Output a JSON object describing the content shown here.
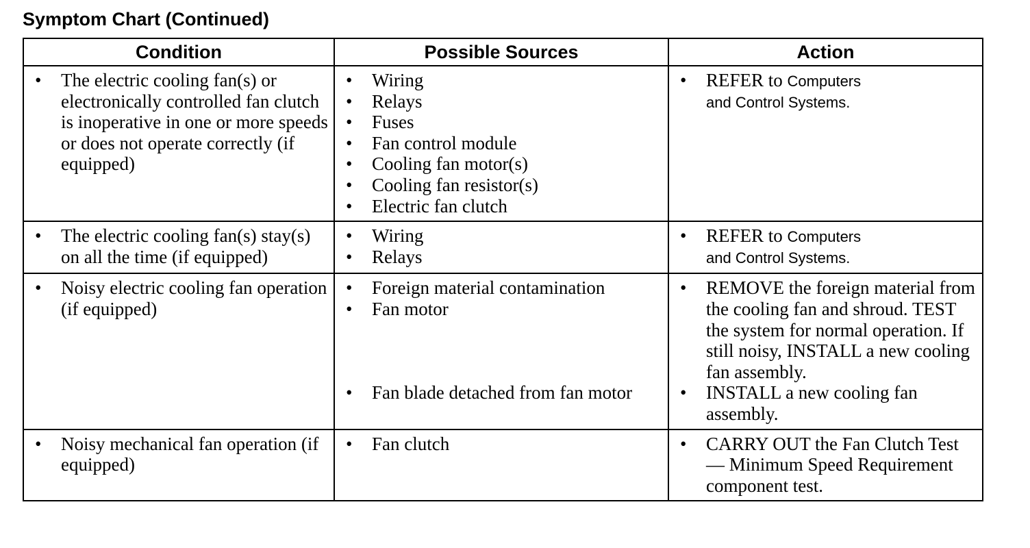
{
  "title": "Symptom Chart (Continued)",
  "columns": {
    "condition": "Condition",
    "sources": "Possible Sources",
    "action": "Action"
  },
  "rows": [
    {
      "condition": "The electric cooling fan(s) or electronically controlled fan clutch is inoperative in one or more speeds or does not operate correctly (if equipped)",
      "sources": [
        "Wiring",
        "Relays",
        "Fuses",
        "Fan control module",
        "Cooling fan motor(s)",
        "Cooling fan resistor(s)",
        "Electric fan clutch"
      ],
      "action": {
        "prefix": "REFER to",
        "ref1": "Computers",
        "ref2": "and Control Systems."
      }
    },
    {
      "condition": "The electric cooling fan(s) stay(s) on all the time (if equipped)",
      "sources": [
        "Wiring",
        "Relays"
      ],
      "action": {
        "prefix": "REFER to",
        "ref1": "Computers",
        "ref2": "and Control Systems."
      }
    },
    {
      "condition": "Noisy electric cooling fan operation (if equipped)",
      "sources": [
        "Foreign material contamination",
        "Fan motor",
        "Fan blade detached from fan motor"
      ],
      "actions": [
        "REMOVE the foreign material from the cooling fan and shroud. TEST the system for normal operation. If still noisy, INSTALL a new cooling fan assembly.",
        "INSTALL a new cooling fan assembly."
      ]
    },
    {
      "condition": "Noisy mechanical fan operation (if equipped)",
      "sources": [
        "Fan clutch"
      ],
      "actions": [
        "CARRY OUT the Fan Clutch Test — Minimum Speed Requirement component test."
      ]
    }
  ]
}
